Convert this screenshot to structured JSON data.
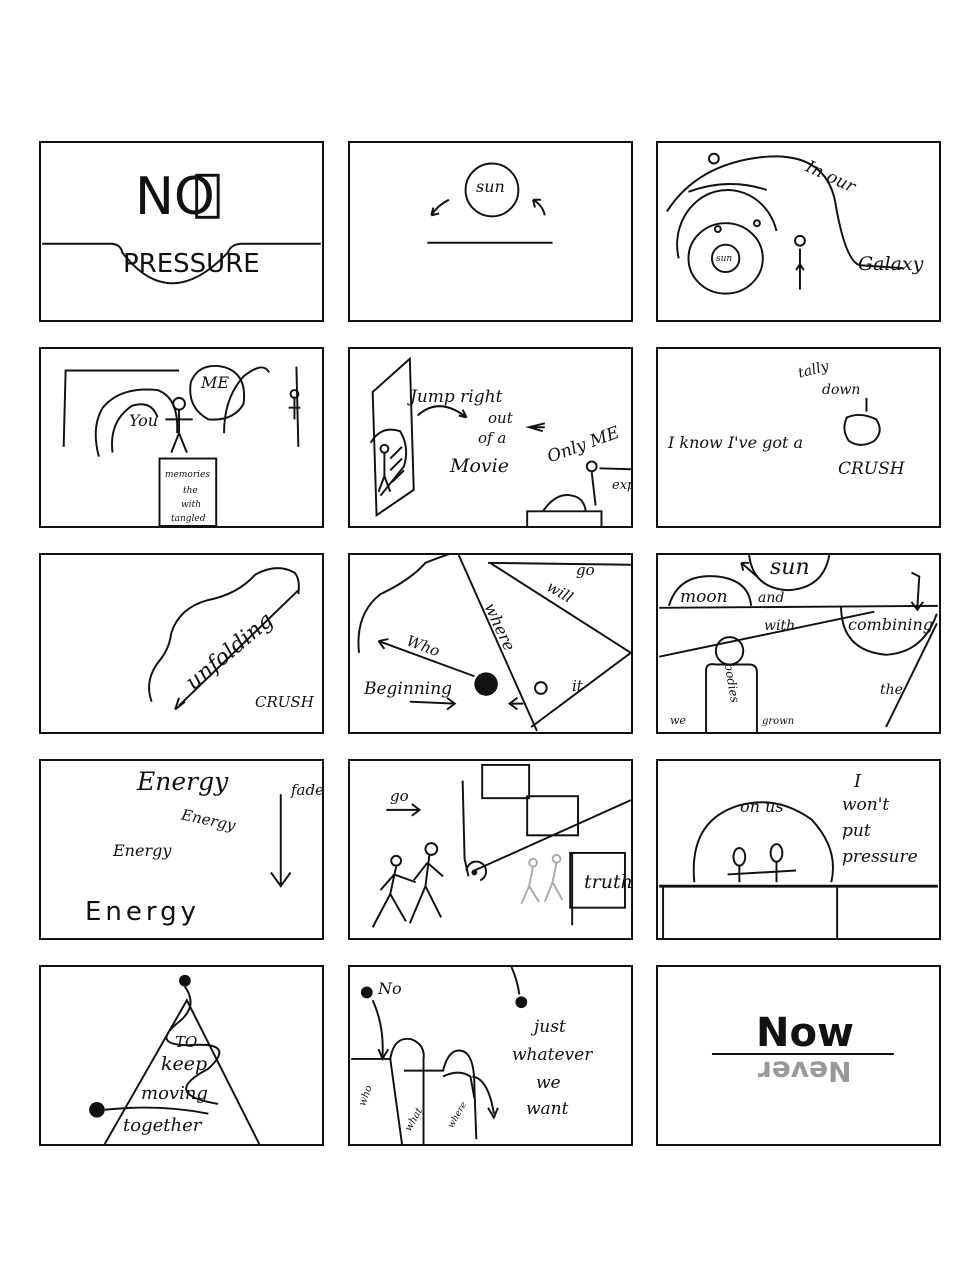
{
  "panels": {
    "p1": {
      "no": "NO",
      "pressure": "PRESSURE"
    },
    "p2": {
      "sun": "sun"
    },
    "p3": {
      "in_our": "In our",
      "galaxy": "Galaxy",
      "sun": "sun"
    },
    "p4": {
      "me": "ME",
      "you": "You",
      "memories": "memories",
      "the": "the",
      "with": "with",
      "tangled": "tangled"
    },
    "p5": {
      "jump": "Jump right",
      "out": "out",
      "of_a": "of a",
      "movie": "Movie",
      "only_me": "Only ME",
      "expands": "expands"
    },
    "p6": {
      "tally": "tally",
      "down": "down",
      "i_know": "I know I've got a",
      "crush": "CRUSH"
    },
    "p7": {
      "unfolding": "unfolding",
      "crush": "CRUSH"
    },
    "p8": {
      "go": "go",
      "will": "will",
      "where": "where",
      "who": "Who",
      "beginning": "Beginning",
      "it": "it"
    },
    "p9": {
      "sun": "sun",
      "moon": "moon",
      "and": "and",
      "with": "with",
      "combining": "combining",
      "bodies": "bodies",
      "the": "the",
      "we": "we",
      "grown": "grown"
    },
    "p10": {
      "energy1": "Energy",
      "energy2": "Energy",
      "energy3": "Energy",
      "energy4": "Energy",
      "fade": "fade"
    },
    "p11": {
      "go": "go",
      "truth": "truth"
    },
    "p12": {
      "on_us": "on us",
      "i": "I",
      "wont": "won't",
      "put": "put",
      "pressure": "pressure"
    },
    "p13": {
      "to": "TO",
      "keep": "keep",
      "moving": "moving",
      "together": "together"
    },
    "p14": {
      "no": "No",
      "just": "just",
      "whatever": "whatever",
      "we": "we",
      "want": "want",
      "who": "who",
      "what": "what",
      "where": "where"
    },
    "p15": {
      "now": "Now",
      "never": "Never"
    }
  }
}
